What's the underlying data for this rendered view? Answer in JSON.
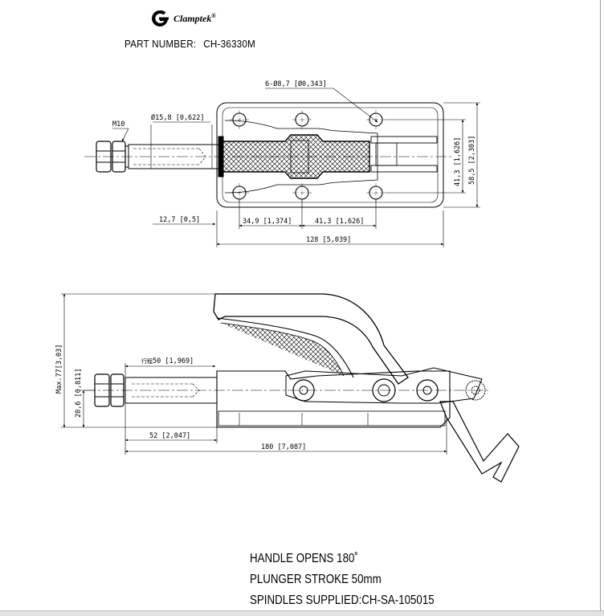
{
  "brand": {
    "name": "Clamptek",
    "mark": "®",
    "logo_icon": "clamptek-logo-icon"
  },
  "part_number": {
    "label": "PART NUMBER:",
    "value": "CH-36330M"
  },
  "top_view": {
    "holes": "6-Ø8,7 [Ø0,343]",
    "thread": "M10",
    "rod_dia": "Ø15,8 [0,622]",
    "flange_offset": "12,7 [0,5]",
    "hole_pitch_1": "34,9 [1,374]",
    "hole_pitch_2": "41,3 [1,626]",
    "overall_length": "128 [5,039]",
    "hole_span_v": "41,3 [1,626]",
    "base_width": "58,5 [2,303]"
  },
  "side_view": {
    "max_height": "Max.77[3,03]",
    "axis_height": "20,6 [0,811]",
    "stroke_prefix": "行程",
    "stroke": "50 [1,969]",
    "rod_extension": "52 [2,047]",
    "overall_length": "180 [7,087]"
  },
  "notes": [
    "HANDLE OPENS 180˚",
    "PLUNGER STROKE 50mm",
    "SPINDLES SUPPLIED:CH-SA-105015"
  ]
}
